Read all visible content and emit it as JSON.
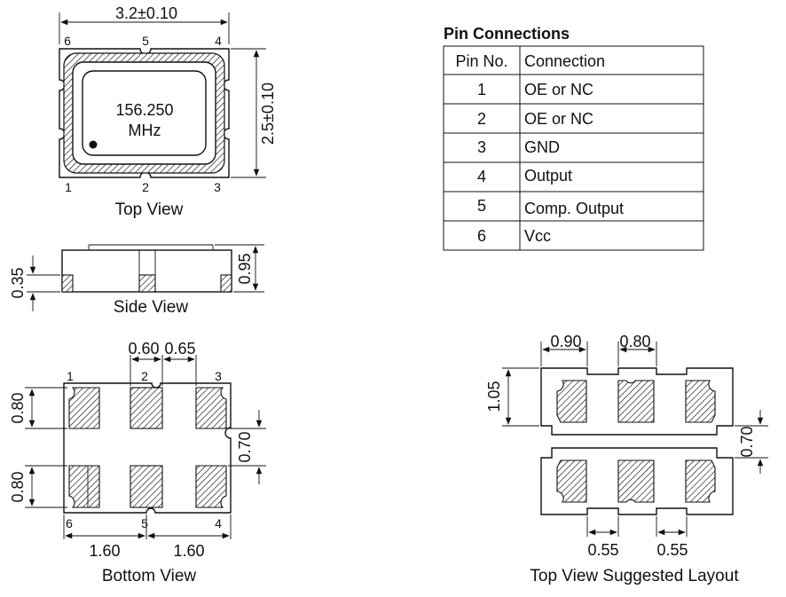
{
  "top_view": {
    "width_dim": "3.2±0.10",
    "height_dim": "2.5±0.10",
    "frequency": "156.250",
    "unit": "MHz",
    "pins_top": [
      "6",
      "5",
      "4"
    ],
    "pins_bottom": [
      "1",
      "2",
      "3"
    ],
    "caption": "Top View"
  },
  "side_view": {
    "left_dim": "0.35",
    "right_dim": "0.95",
    "caption": "Side View"
  },
  "bottom_view": {
    "dim_pad_width": "0.60",
    "dim_pad_gap": "0.65",
    "dim_pad_height_top": "0.80",
    "dim_pad_height_bottom": "0.80",
    "dim_center_gap": "0.70",
    "dim_pitch_left": "1.60",
    "dim_pitch_right": "1.60",
    "pins_top": [
      "1",
      "2",
      "3"
    ],
    "pins_bottom": [
      "6",
      "5",
      "4"
    ],
    "caption": "Bottom View"
  },
  "layout": {
    "dim_width_top": "0.90",
    "dim_width_right": "0.80",
    "dim_height": "1.05",
    "dim_gap": "0.70",
    "dim_bottom_left": "0.55",
    "dim_bottom_right": "0.55",
    "caption": "Top View Suggested Layout"
  },
  "pin_table": {
    "title": "Pin Connections",
    "headers": [
      "Pin No.",
      "Connection"
    ],
    "rows": [
      {
        "pin": "1",
        "connection": "OE or NC"
      },
      {
        "pin": "2",
        "connection": "OE or NC"
      },
      {
        "pin": "3",
        "connection": "GND"
      },
      {
        "pin": "4",
        "connection": "Output"
      },
      {
        "pin": "5",
        "connection": "Comp. Output"
      },
      {
        "pin": "6",
        "connection": "Vcc"
      }
    ]
  }
}
